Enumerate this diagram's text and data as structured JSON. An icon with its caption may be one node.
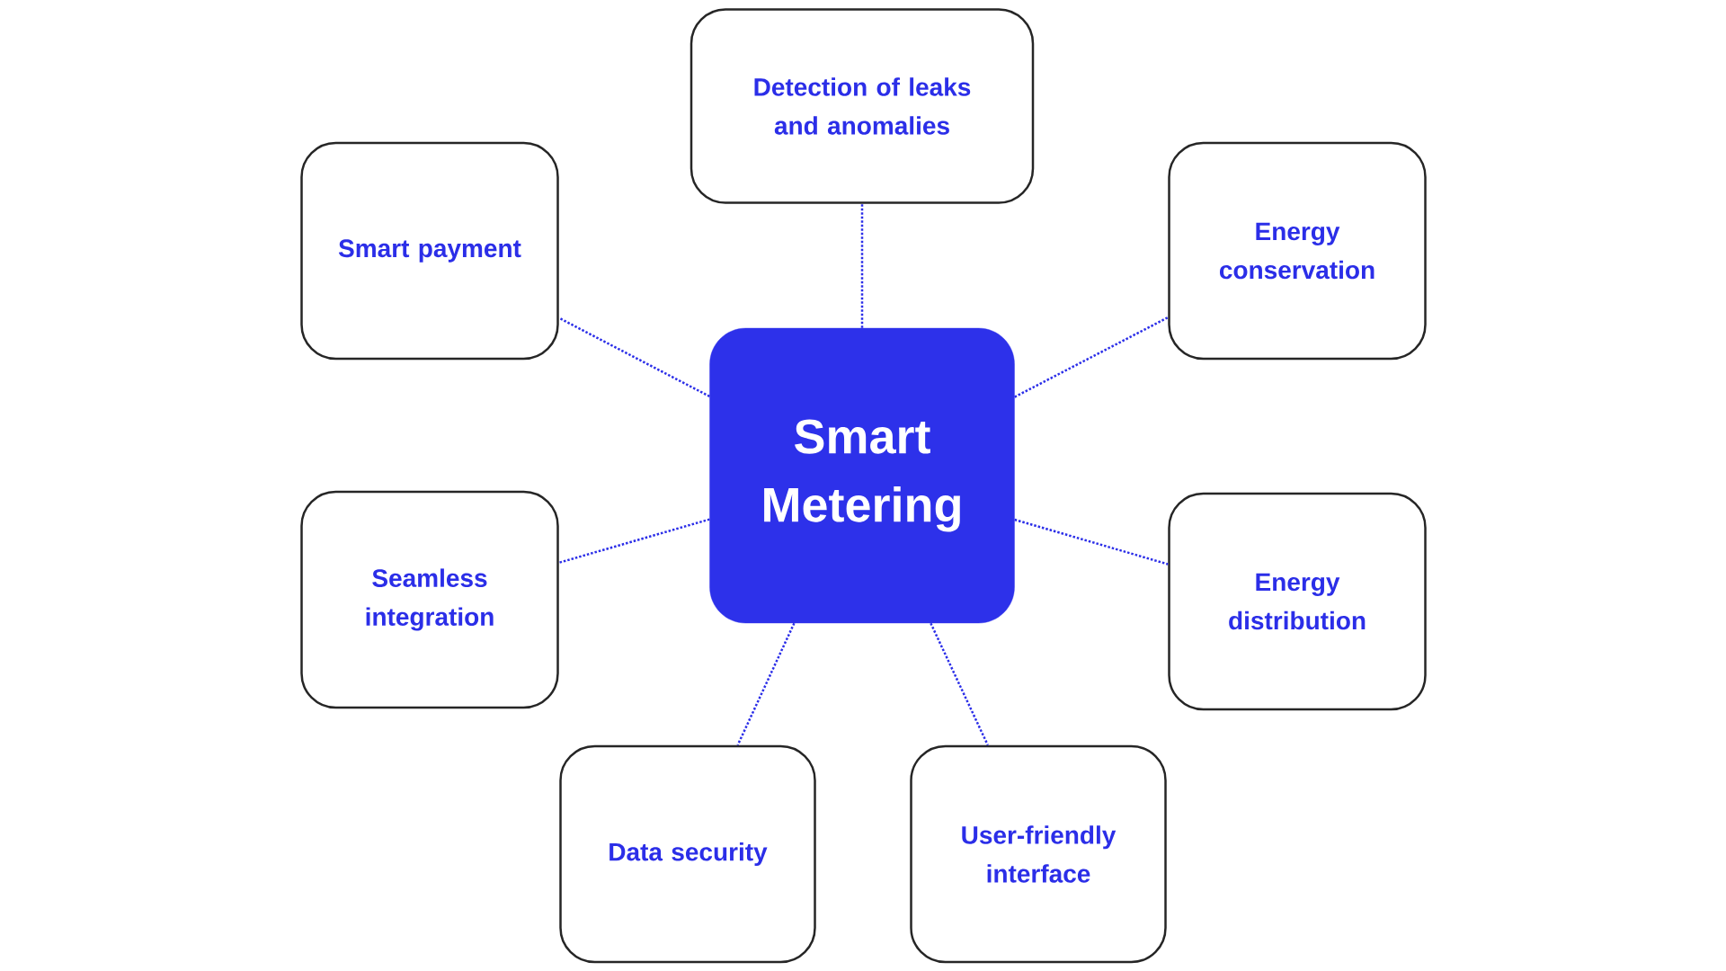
{
  "diagram": {
    "nodes": [
      {
        "text": [
          "Detection of leaks and anomalies"
        ]
      },
      {
        "text": [
          "Smart payment"
        ]
      },
      {
        "text": [
          "Energy conservation"
        ]
      },
      {
        "text": [
          "Smart Metering"
        ]
      },
      {
        "text": [
          "Seamless integration"
        ]
      },
      {
        "text": [
          "Energy distribution"
        ]
      },
      {
        "text": [
          "Data security"
        ]
      },
      {
        "text": [
          "User-friendly interface"
        ]
      }
    ],
    "edges": [
      {
        "from": 3,
        "to": 0,
        "arrow": "none"
      },
      {
        "from": 3,
        "to": 1,
        "arrow": "none"
      },
      {
        "from": 3,
        "to": 2,
        "arrow": "none"
      },
      {
        "from": 3,
        "to": 4,
        "arrow": "none"
      },
      {
        "from": 3,
        "to": 5,
        "arrow": "none"
      },
      {
        "from": 3,
        "to": 6,
        "arrow": "none"
      },
      {
        "from": 3,
        "to": 7,
        "arrow": "none"
      }
    ]
  }
}
